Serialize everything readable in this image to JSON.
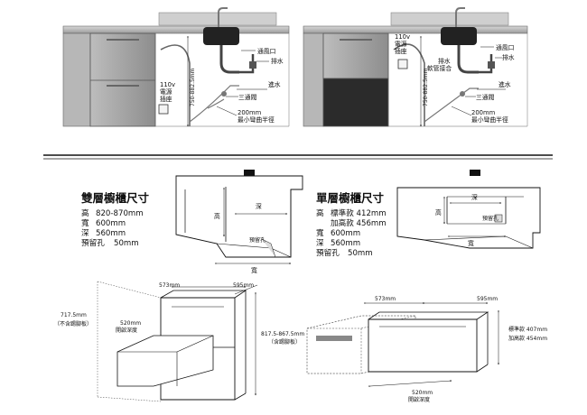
{
  "top_left": {
    "power": [
      "110v",
      "電源",
      "插座"
    ],
    "dimension": "750-882.5mm",
    "vent": "通風口",
    "drain": "排水",
    "inlet": "進水",
    "valve": "三通閥",
    "bend": [
      "200mm",
      "最小彎曲半徑"
    ]
  },
  "top_right": {
    "power": [
      "110v",
      "電源",
      "插座"
    ],
    "dimension": "750-882.5mm",
    "vent": "通風口",
    "drain": "排水",
    "hose_joint": [
      "排水",
      "軟管接合"
    ],
    "drain2": "排水",
    "inlet": "進水",
    "valve": "三通閥",
    "bend": [
      "200mm",
      "最小彎曲半徑"
    ]
  },
  "double": {
    "title": "雙層櫥櫃尺寸",
    "specs": [
      [
        "高",
        "820-870mm"
      ],
      [
        "寬",
        "600mm"
      ],
      [
        "深",
        "560mm"
      ],
      [
        "預留孔",
        "50mm"
      ]
    ],
    "cabinet_labels": {
      "high": "高",
      "deep": "深",
      "hole": "預留孔",
      "wide": "寬"
    },
    "drawing": {
      "w573": "573mm",
      "w595": "595mm",
      "h717": "717.5mm",
      "no_kick": "（不含踢腳板）",
      "d520": "520mm",
      "open_depth": "開啟深度",
      "h817": "817.5-867.5mm",
      "with_kick": "（含踢腳板）"
    }
  },
  "single": {
    "title": "單層櫥櫃尺寸",
    "specs": [
      [
        "高",
        "標準款 412mm"
      ],
      [
        "",
        "加高款 456mm"
      ],
      [
        "寬",
        "600mm"
      ],
      [
        "深",
        "560mm"
      ],
      [
        "預留孔",
        "50mm"
      ]
    ],
    "cabinet_labels": {
      "high": "高",
      "deep": "深",
      "hole": "預留孔",
      "wide": "寬"
    },
    "drawing": {
      "w573": "573mm",
      "w595": "595mm",
      "std": "標準款 407mm",
      "tall": "加高款 454mm",
      "d520": "520mm",
      "open_depth": "開啟深度"
    }
  }
}
